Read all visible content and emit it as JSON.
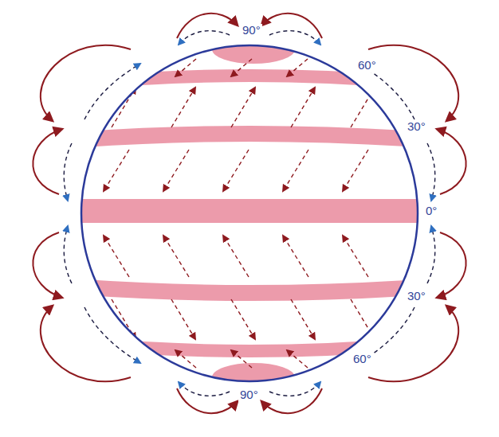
{
  "diagram": {
    "labels": [
      "90°",
      "60°",
      "30°",
      "0°",
      "30°",
      "60°",
      "90°"
    ]
  }
}
